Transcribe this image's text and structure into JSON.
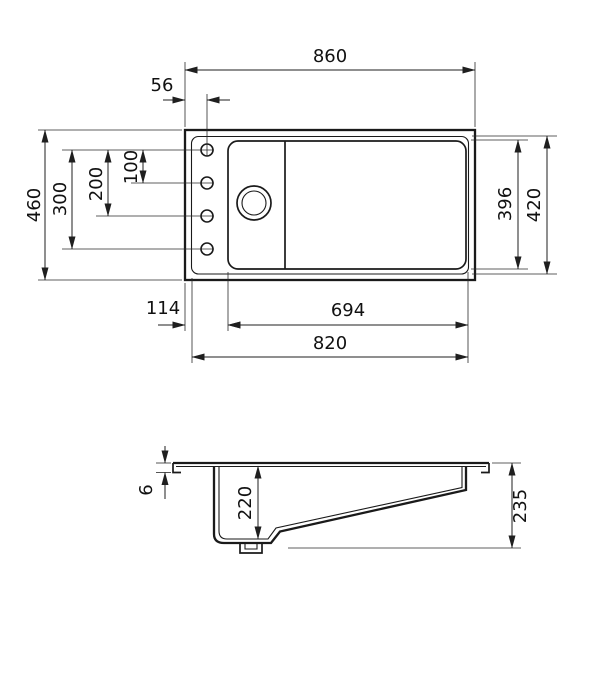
{
  "drawing": {
    "background": "#ffffff",
    "line_color": "#1a1a1a",
    "type": "sink-dimension-drawing",
    "views": {
      "top": "top-view",
      "side": "side-section-view"
    },
    "dimensions": {
      "overall_width": "860",
      "tap_hole_offset": "56",
      "overall_depth": "460",
      "tap_hole_span": "300",
      "tap_hole_span_mid": "200",
      "tap_hole_pitch": "100",
      "bowl_inner_depth": "396",
      "cutout_depth": "420",
      "left_margin": "114",
      "bowl_length": "694",
      "cutout_width": "820",
      "rim_height": "6",
      "bowl_depth": "220",
      "overall_height": "235"
    }
  }
}
